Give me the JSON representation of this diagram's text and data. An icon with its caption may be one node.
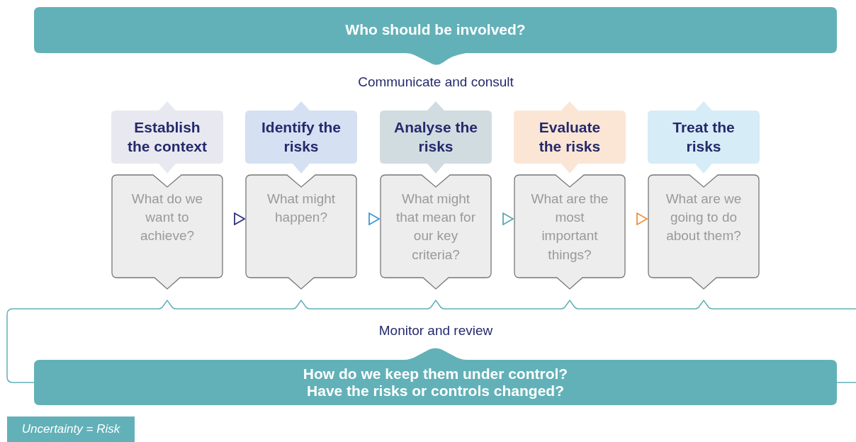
{
  "diagram": {
    "nodes": [
      {
        "text": [
          "Who should be involved?"
        ]
      },
      {
        "text": [
          "Establish the context"
        ]
      },
      {
        "text": [
          "Identify the risks"
        ]
      },
      {
        "text": [
          "Analyse the risks"
        ]
      },
      {
        "text": [
          "Evaluate the risks"
        ]
      },
      {
        "text": [
          "Treat the risks"
        ]
      },
      {
        "text": [
          "What do we want to achieve?"
        ]
      },
      {
        "text": [
          "What might happen?"
        ]
      },
      {
        "text": [
          "What might that mean for our key criteria?"
        ]
      },
      {
        "text": [
          "What are the most important things?"
        ]
      },
      {
        "text": [
          "What are we going to do about them?"
        ]
      },
      {
        "text": [
          "How do we keep them under control?",
          "Have the risks or controls changed?"
        ]
      },
      {
        "text": [
          "Uncertainty = Risk"
        ]
      }
    ],
    "edges": [
      {
        "from": 6,
        "to": 7,
        "arrow": "to",
        "color": "#2d3278"
      },
      {
        "from": 7,
        "to": 8,
        "arrow": "to",
        "color": "#3b9bd8"
      },
      {
        "from": 8,
        "to": 9,
        "arrow": "to",
        "color": "#5aaab4"
      },
      {
        "from": 9,
        "to": 10,
        "arrow": "to",
        "color": "#ef9440"
      }
    ],
    "labels": [
      "Communicate and consult",
      "Monitor and review"
    ]
  }
}
